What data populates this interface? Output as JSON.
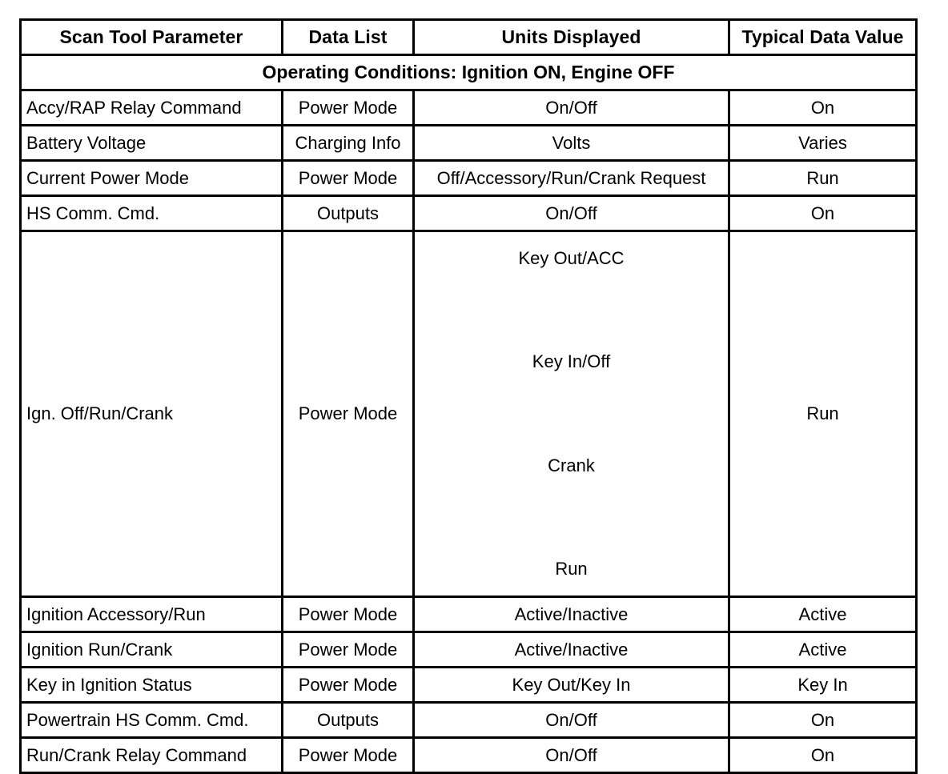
{
  "table": {
    "columns": [
      {
        "key": "parameter",
        "label": "Scan Tool Parameter"
      },
      {
        "key": "data_list",
        "label": "Data List"
      },
      {
        "key": "units",
        "label": "Units Displayed"
      },
      {
        "key": "typical",
        "label": "Typical Data Value"
      }
    ],
    "banner": "Operating Conditions: Ignition ON, Engine OFF",
    "rows": [
      {
        "parameter": "Accy/RAP Relay Command",
        "data_list": "Power Mode",
        "units": "On/Off",
        "typical": "On"
      },
      {
        "parameter": "Battery Voltage",
        "data_list": "Charging Info",
        "units": "Volts",
        "typical": "Varies"
      },
      {
        "parameter": "Current Power Mode",
        "data_list": "Power Mode",
        "units": "Off/Accessory/Run/Crank Request",
        "typical": "Run"
      },
      {
        "parameter": "HS Comm. Cmd.",
        "data_list": "Outputs",
        "units": "On/Off",
        "typical": "On"
      },
      {
        "parameter": "Ign. Off/Run/Crank",
        "data_list": "Power Mode",
        "units_lines": [
          "Key Out/ACC",
          "Key In/Off",
          "Crank",
          "Run"
        ],
        "typical": "Run"
      },
      {
        "parameter": "Ignition Accessory/Run",
        "data_list": "Power Mode",
        "units": "Active/Inactive",
        "typical": "Active"
      },
      {
        "parameter": "Ignition Run/Crank",
        "data_list": "Power Mode",
        "units": "Active/Inactive",
        "typical": "Active"
      },
      {
        "parameter": "Key in Ignition Status",
        "data_list": "Power Mode",
        "units": "Key Out/Key In",
        "typical": "Key In"
      },
      {
        "parameter": "Powertrain HS Comm. Cmd.",
        "data_list": "Outputs",
        "units": "On/Off",
        "typical": "On"
      },
      {
        "parameter": "Run/Crank Relay Command",
        "data_list": "Power Mode",
        "units": "On/Off",
        "typical": "On"
      }
    ]
  },
  "colors": {
    "border": "#000000",
    "background": "#ffffff",
    "text": "#000000"
  }
}
